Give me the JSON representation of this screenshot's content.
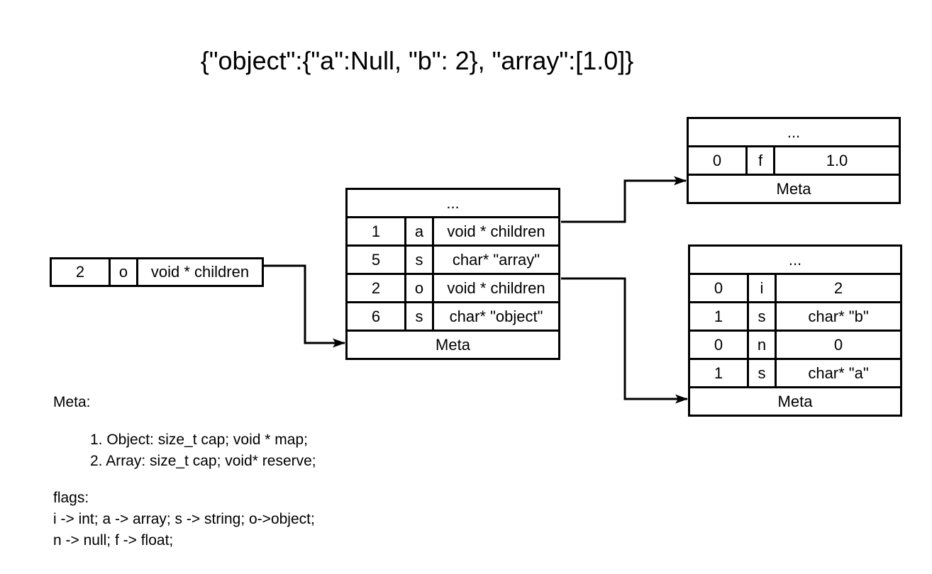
{
  "title": "{\"object\":{\"a\":Null, \"b\": 2}, \"array\":[1.0]}",
  "colors": {
    "stroke": "#000000",
    "background": "#ffffff"
  },
  "root_box": {
    "cells": [
      "2",
      "o",
      "void * children"
    ]
  },
  "root_children": {
    "header": "...",
    "rows": [
      {
        "cells": [
          "1",
          "a",
          "void * children"
        ]
      },
      {
        "cells": [
          "5",
          "s",
          "char* \"array\""
        ]
      },
      {
        "cells": [
          "2",
          "o",
          "void * children"
        ]
      },
      {
        "cells": [
          "6",
          "s",
          "char* \"object\""
        ]
      }
    ],
    "footer": "Meta"
  },
  "array_elements": {
    "header": "...",
    "rows": [
      {
        "cells": [
          "0",
          "f",
          "1.0"
        ]
      }
    ],
    "footer": "Meta"
  },
  "object_children": {
    "header": "...",
    "rows": [
      {
        "cells": [
          "0",
          "i",
          "2"
        ]
      },
      {
        "cells": [
          "1",
          "s",
          "char* \"b\""
        ]
      },
      {
        "cells": [
          "0",
          "n",
          "0"
        ]
      },
      {
        "cells": [
          "1",
          "s",
          "char* \"a\""
        ]
      }
    ],
    "footer": "Meta"
  },
  "notes": {
    "meta_heading": "Meta:",
    "meta_items": [
      "1. Object: size_t cap; void * map;",
      "2. Array: size_t cap; void* reserve;"
    ],
    "flags_heading": "flags:",
    "flags_lines": [
      "i -> int; a -> array; s -> string; o->object;",
      "n -> null; f -> float;"
    ]
  }
}
